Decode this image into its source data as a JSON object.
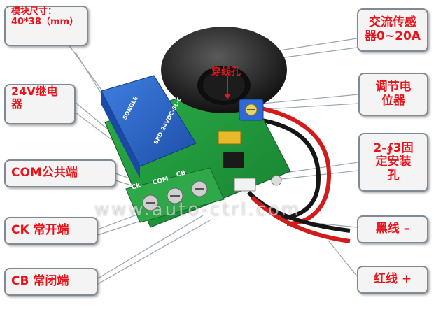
{
  "callouts": {
    "module_size_line1": "模块尺寸：",
    "module_size_line2": "40*38（mm）",
    "relay_line1": "24V继电",
    "relay_line2": "器",
    "com": "COM公共端",
    "ck": "CK 常开端",
    "cb": "CB 常闭端",
    "sensor_line1": "交流传感",
    "sensor_line2": "器0~20A",
    "pot_line1": "调节电",
    "pot_line2": "位器",
    "mount_line1": "2-∮3固",
    "mount_line2": "定安装",
    "mount_line3": "孔",
    "black_wire": "黑线 –",
    "red_wire": "红线 +"
  },
  "product": {
    "through_hole_label": "穿线孔",
    "relay_brand": "SONGLE",
    "relay_model": "SRD-24VDC-SL-C",
    "terminal_labels": [
      "CK",
      "COM",
      "CB"
    ],
    "watermark": "www.auto-ctrl.com"
  },
  "colors": {
    "callout_text": "#e8141c",
    "pcb_green": "#1f9a3a",
    "relay_blue": "#2a5fc4",
    "terminal_green": "#2fa84a"
  }
}
